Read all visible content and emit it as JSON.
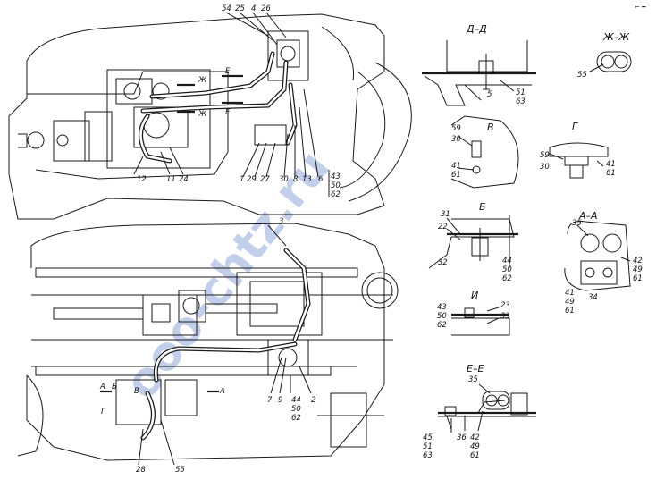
{
  "watermark": "ooo-chtz.ru",
  "corner_mark": "⌐ ━",
  "views": {
    "top_view": {
      "labels": [
        "54",
        "25",
        "4",
        "26",
        "Е",
        "Е",
        "Ж",
        "Ж",
        "12",
        "11",
        "24",
        "1",
        "29",
        "27",
        "30",
        "8",
        "13",
        "6",
        "43",
        "50",
        "62"
      ]
    },
    "bottom_view": {
      "labels": [
        "3",
        "А",
        "А",
        "Б",
        "В",
        "Г",
        "7",
        "9",
        "44",
        "50",
        "62",
        "2",
        "28",
        "55"
      ]
    },
    "section_dd": {
      "title": "Д–Д",
      "labels": [
        "5",
        "51",
        "63"
      ]
    },
    "section_zhzh": {
      "title": "Ж–Ж",
      "labels": [
        "55"
      ]
    },
    "view_v": {
      "title": "В",
      "labels": [
        "59",
        "30",
        "41",
        "61"
      ]
    },
    "view_g": {
      "title": "Г",
      "labels": [
        "59",
        "30",
        "41",
        "61"
      ]
    },
    "view_b": {
      "title": "Б",
      "labels": [
        "31",
        "22",
        "32",
        "44",
        "50",
        "62"
      ]
    },
    "section_aa": {
      "title": "А–А",
      "labels": [
        "35",
        "42",
        "49",
        "61",
        "41",
        "49",
        "61",
        "34"
      ]
    },
    "view_i": {
      "title": "И",
      "labels": [
        "43",
        "50",
        "62",
        "23",
        "33"
      ]
    },
    "section_ee": {
      "title": "Е–Е",
      "labels": [
        "35",
        "45",
        "51",
        "63",
        "36",
        "42",
        "49",
        "61"
      ]
    }
  }
}
